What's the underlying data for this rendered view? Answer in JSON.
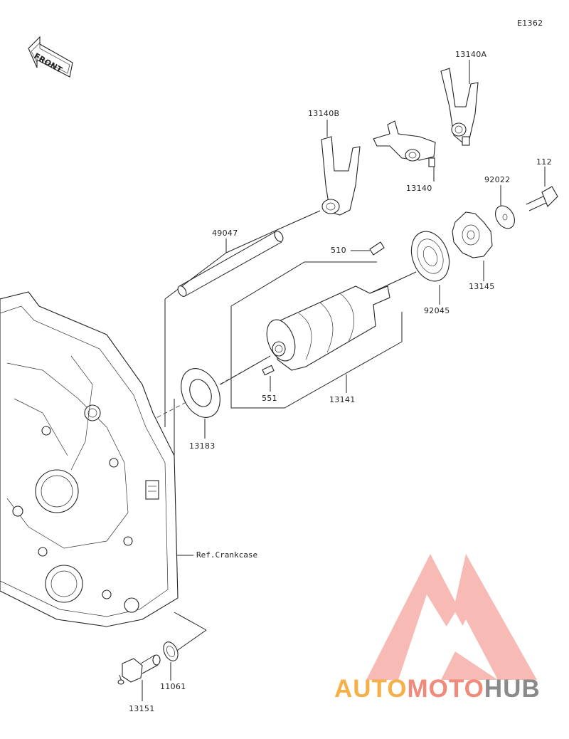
{
  "diagram": {
    "code": "E1362",
    "front_label": "FRONT",
    "ref_label": "Ref.Crankcase",
    "part_labels": {
      "p13140A": "13140A",
      "p13140B": "13140B",
      "p13140": "13140",
      "p112": "112",
      "p92022": "92022",
      "p49047": "49047",
      "p510": "510",
      "p13145": "13145",
      "p92045": "92045",
      "p551": "551",
      "p13141": "13141",
      "p13183": "13183",
      "p11061": "11061",
      "p13151": "13151"
    }
  },
  "watermark": {
    "part1": "AUTO",
    "part2": "MOTO",
    "part3": "HUB",
    "color1": "#f6b04a",
    "color2": "#f08a7a",
    "color3": "#8a8a8a",
    "logo_color": "#f28b82"
  }
}
